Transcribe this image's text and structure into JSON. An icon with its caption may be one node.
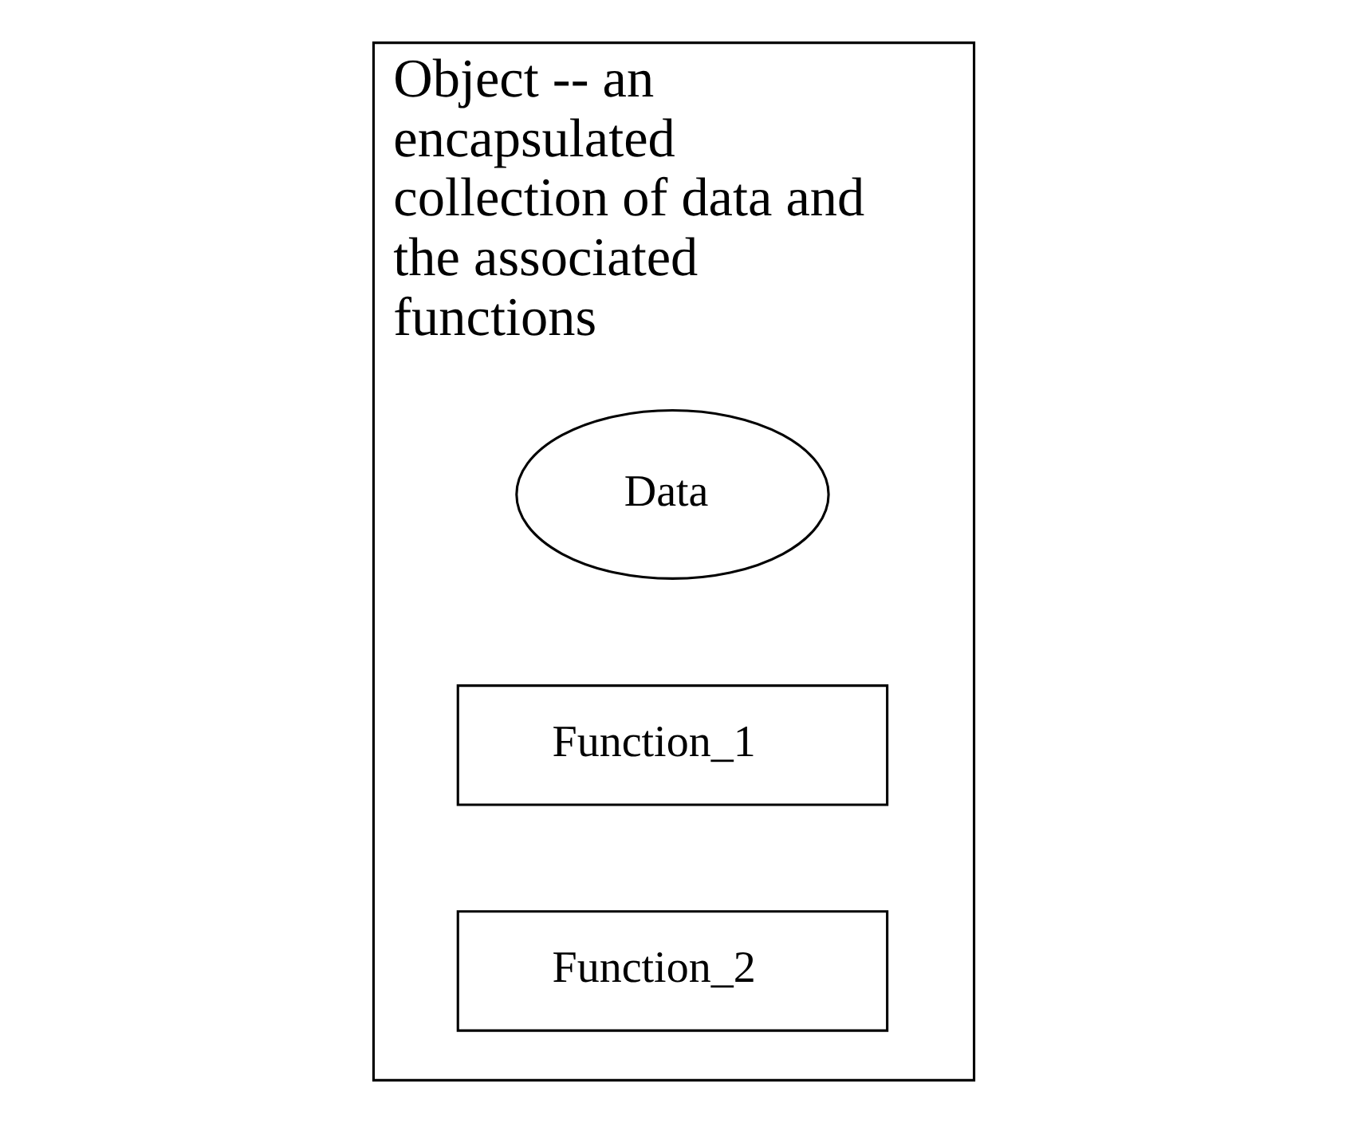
{
  "diagram": {
    "nodes": [
      {
        "text": [
          "Object -- an encapsulated collection of data and the associated functions"
        ]
      },
      {
        "text": [
          "Data"
        ],
        "in": 0
      },
      {
        "text": [
          "Function_1"
        ],
        "in": 0
      },
      {
        "text": [
          "Function_2"
        ],
        "in": 0
      }
    ]
  }
}
